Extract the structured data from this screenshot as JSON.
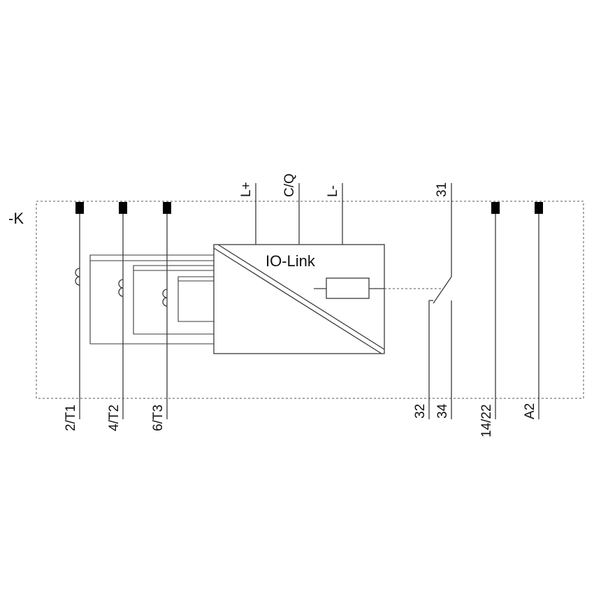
{
  "device_label": "-K",
  "block_label": "IO-Link",
  "top_labels": {
    "l_plus": "L+",
    "c_q": "C/Q",
    "l_minus": "L-",
    "aux_31": "31"
  },
  "bottom_labels": {
    "t1": "2/T1",
    "t2": "4/T2",
    "t3": "6/T3",
    "aux_32": "32",
    "aux_34": "34",
    "coil_1422": "14/22",
    "coil_a2": "A2"
  }
}
